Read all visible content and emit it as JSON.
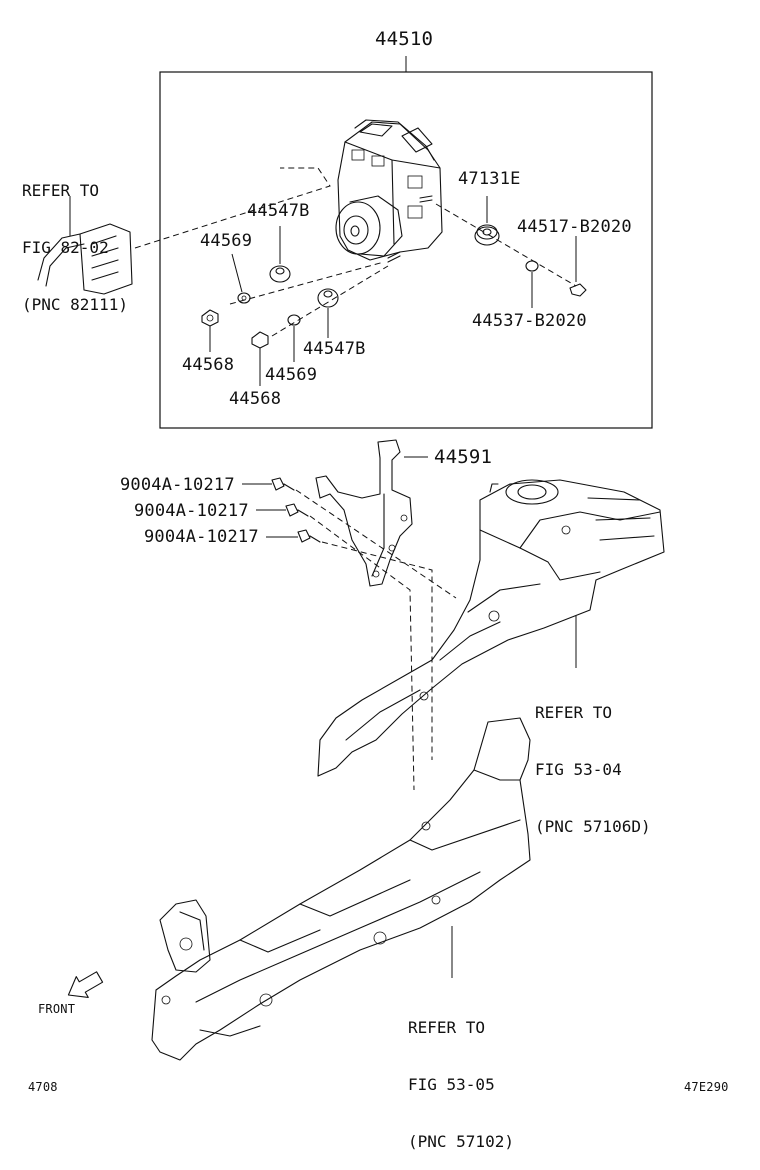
{
  "diagram": {
    "assembly_number": "44510",
    "refs": {
      "top_left": [
        "REFER TO",
        "FIG 82-02",
        "(PNC 82111)"
      ],
      "mid_right": [
        "REFER TO",
        "FIG 53-04",
        "(PNC 57106D)"
      ],
      "bottom": [
        "REFER TO",
        "FIG 53-05",
        "(PNC 57102)"
      ]
    },
    "parts": {
      "p47131e": "47131E",
      "p44547b_top": "44547B",
      "p44569_top": "44569",
      "p44517": "44517-B2020",
      "p44537": "44537-B2020",
      "p44568_left": "44568",
      "p44547b_bottom": "44547B",
      "p44569_bottom": "44569",
      "p44568_bottom": "44568",
      "p44591": "44591",
      "bolt1": "9004A-10217",
      "bolt2": "9004A-10217",
      "bolt3": "9004A-10217"
    },
    "front_label": "FRONT",
    "footer_left": "4708",
    "footer_right": "47E290"
  }
}
